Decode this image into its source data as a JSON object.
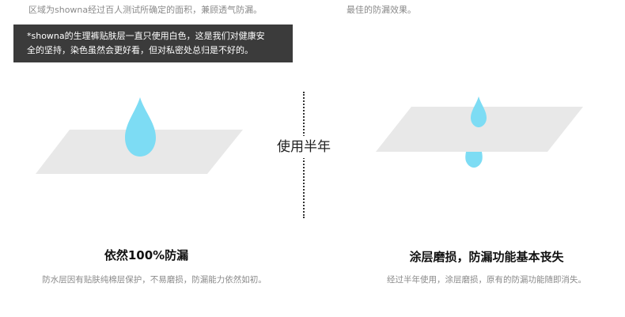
{
  "top": {
    "left_text": "区域为showna经过百人测试所确定的面积，兼顾透气防漏。",
    "right_text": "最佳的防漏效果。"
  },
  "note": {
    "line1": "*showna的生理裤贴肤层一直只使用白色，这是我们对健康安",
    "line2": "全的坚持，染色虽然会更好看，但对私密处总归是不好的。"
  },
  "divider_label": "使用半年",
  "left_panel": {
    "title": "依然100%防漏",
    "description": "防水层因有贴肤纯棉层保护，不易磨损，防漏能力依然如初。"
  },
  "right_panel": {
    "title": "涂层磨损，防漏功能基本丧失",
    "description": "经过半年使用，涂层磨损，原有的防漏功能随即消失。"
  },
  "colors": {
    "drop": "#7ddcf4",
    "sheet": "#e8e8e8",
    "note_bg": "#3b3b3b"
  }
}
